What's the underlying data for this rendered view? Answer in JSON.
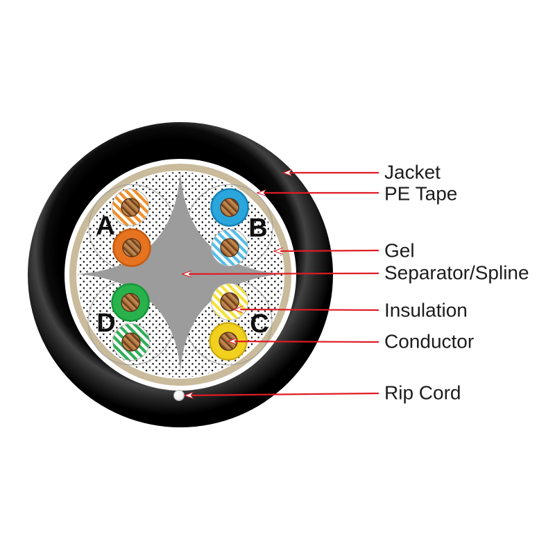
{
  "diagram": {
    "type": "cable-cross-section",
    "legend": [
      {
        "id": "jacket",
        "label": "Jacket"
      },
      {
        "id": "pe_tape",
        "label": "PE Tape"
      },
      {
        "id": "gel",
        "label": "Gel"
      },
      {
        "id": "separator",
        "label": "Separator/Spline"
      },
      {
        "id": "insulation",
        "label": "Insulation"
      },
      {
        "id": "conductor",
        "label": "Conductor"
      },
      {
        "id": "rip_cord",
        "label": "Rip Cord"
      }
    ],
    "pairs": [
      {
        "label": "A",
        "wires": [
          "orange/white striped",
          "orange solid"
        ]
      },
      {
        "label": "B",
        "wires": [
          "blue solid",
          "blue/white striped"
        ]
      },
      {
        "label": "D",
        "wires": [
          "green solid",
          "green/white striped"
        ]
      },
      {
        "label": "C",
        "wires": [
          "yellow/white striped",
          "yellow solid"
        ]
      }
    ],
    "colors": {
      "jacket": "#000000",
      "pe_tape_ring": "#c9bb9b",
      "spline_gray": "#9c9c9c",
      "leader_red": "#e01b24",
      "pair_a_solid": "#e5731f",
      "pair_a_stripe": "#ef8f2a",
      "pair_b_solid": "#2aa6dc",
      "pair_b_stripe": "#54bde8",
      "pair_c_solid": "#f1d01e",
      "pair_c_stripe": "#f4e139",
      "pair_d_solid": "#28b24b",
      "pair_d_stripe": "#2fae57",
      "conductor_copper": "#b0763c",
      "rip_cord": "#f2f2f2"
    }
  }
}
